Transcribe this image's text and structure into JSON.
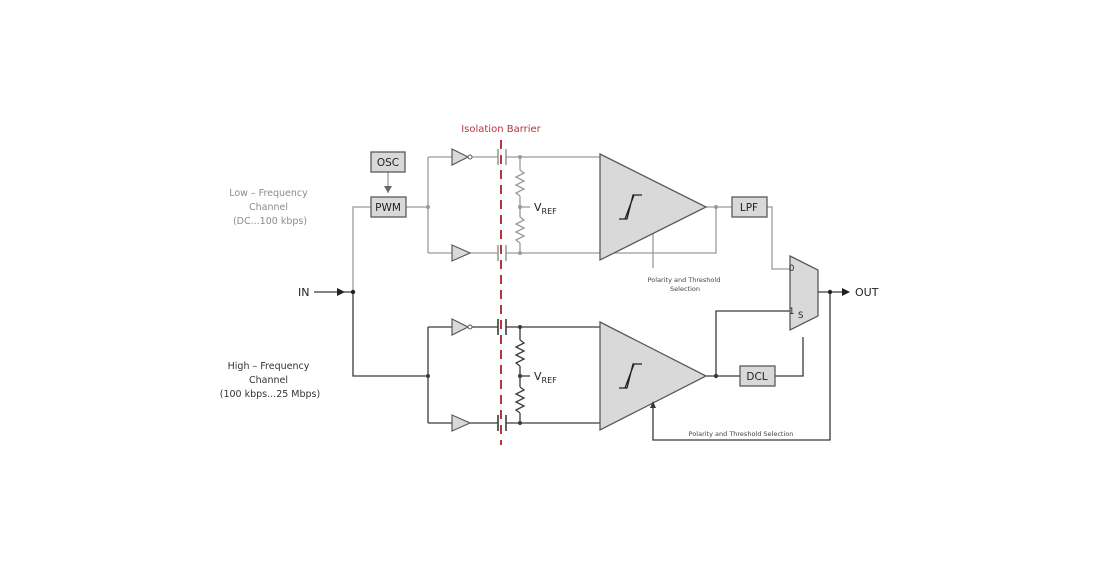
{
  "barrier": {
    "label": "Isolation Barrier"
  },
  "channels": {
    "low": {
      "label_lines": [
        "Low – Frequency",
        "Channel",
        "(DC...100 kbps)"
      ],
      "osc_label": "OSC",
      "pwm_label": "PWM",
      "lpf_label": "LPF",
      "vref_main": "V",
      "vref_sub": "REF",
      "selection_label_lines": [
        "Polarity and Threshold",
        "Selection"
      ]
    },
    "high": {
      "label_lines": [
        "High – Frequency",
        "Channel",
        "(100 kbps...25 Mbps)"
      ],
      "dcl_label": "DCL",
      "vref_main": "V",
      "vref_sub": "REF",
      "selection_label": "Polarity and Threshold Selection"
    }
  },
  "io": {
    "input_label": "IN",
    "output_label": "OUT"
  },
  "mux": {
    "input0": "0",
    "input1": "1",
    "select": "S"
  },
  "colors": {
    "barrier": "#b5353d",
    "low_wire": "#9a9a9a",
    "high_wire": "#3a3a3a",
    "block_fill": "#d9d9d9",
    "block_stroke": "#5a5a5a",
    "label_gray": "#8c8c8c",
    "label_dark": "#333333"
  }
}
